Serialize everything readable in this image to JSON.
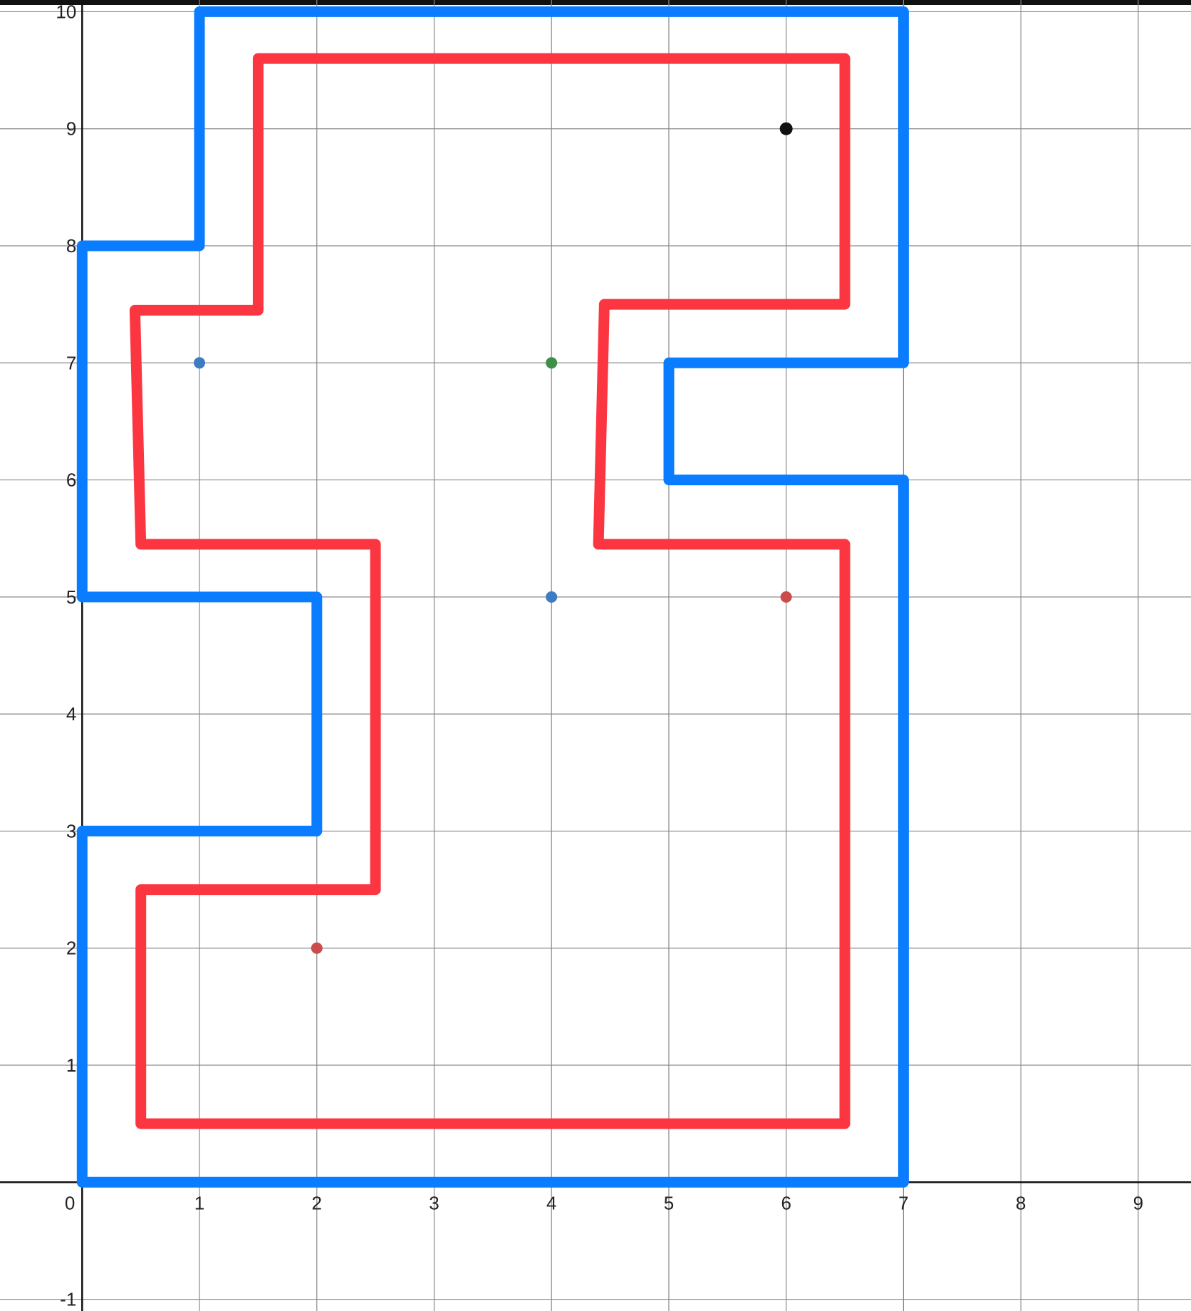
{
  "chart_data": {
    "type": "line",
    "title": "",
    "xlabel": "",
    "ylabel": "",
    "xlim": [
      -0.7,
      9.45
    ],
    "ylim": [
      -1.1,
      10.1
    ],
    "grid": true,
    "x_ticks": [
      "0",
      "1",
      "2",
      "3",
      "4",
      "5",
      "6",
      "7",
      "8",
      "9"
    ],
    "y_ticks": [
      "-1",
      "1",
      "2",
      "3",
      "4",
      "5",
      "6",
      "7",
      "8",
      "9",
      "10"
    ],
    "series": [
      {
        "color": "#0a7cff",
        "closed": true,
        "points": [
          [
            0,
            0
          ],
          [
            7,
            0
          ],
          [
            7,
            6
          ],
          [
            5,
            6
          ],
          [
            5,
            7
          ],
          [
            7,
            7
          ],
          [
            7,
            10
          ],
          [
            1,
            10
          ],
          [
            1,
            8
          ],
          [
            0,
            8
          ],
          [
            0,
            5
          ],
          [
            2,
            5
          ],
          [
            2,
            3
          ],
          [
            0,
            3
          ],
          [
            0,
            0
          ]
        ]
      },
      {
        "color": "#fb3640",
        "closed": true,
        "points": [
          [
            0.5,
            0.5
          ],
          [
            6.5,
            0.5
          ],
          [
            6.5,
            5.45
          ],
          [
            4.4,
            5.45
          ],
          [
            4.45,
            7.5
          ],
          [
            6.5,
            7.5
          ],
          [
            6.5,
            9.6
          ],
          [
            1.5,
            9.6
          ],
          [
            1.5,
            7.45
          ],
          [
            0.45,
            7.45
          ],
          [
            0.5,
            5.45
          ],
          [
            2.5,
            5.45
          ],
          [
            2.5,
            2.5
          ],
          [
            0.5,
            2.5
          ],
          [
            0.5,
            0.5
          ]
        ]
      }
    ],
    "points": [
      {
        "x": 6,
        "y": 9,
        "color": "#111111"
      },
      {
        "x": 1,
        "y": 7,
        "color": "#3d7cc0"
      },
      {
        "x": 4,
        "y": 7,
        "color": "#3e8f4a"
      },
      {
        "x": 4,
        "y": 5,
        "color": "#3d7cc0"
      },
      {
        "x": 6,
        "y": 5,
        "color": "#cc4b4b"
      },
      {
        "x": 2,
        "y": 2,
        "color": "#cc4b4b"
      }
    ]
  }
}
